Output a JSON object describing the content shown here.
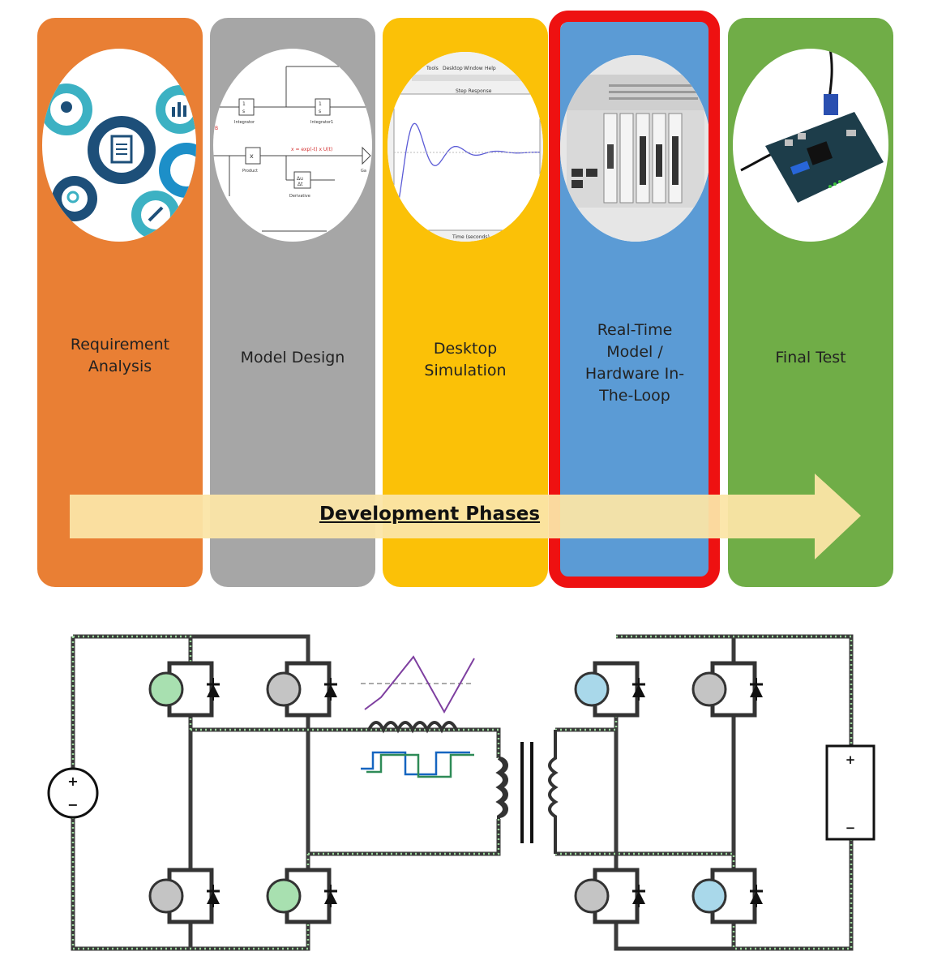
{
  "phases": [
    {
      "label": "Requirement\nAnalysis",
      "color": "#e97f34",
      "image": "gears-clipboard-illustration"
    },
    {
      "label": "Model Design",
      "color": "#a6a6a6",
      "image": "simulink-block-diagram"
    },
    {
      "label": "Desktop\nSimulation",
      "color": "#fbc107",
      "image": "step-response-plot"
    },
    {
      "label": "Real-Time\nModel /\nHardware In-\nThe-Loop",
      "color": "#5b9bd5",
      "image": "industrial-pc-chassis"
    },
    {
      "label": "Final Test",
      "color": "#70ad47",
      "image": "fpga-dev-board"
    }
  ],
  "highlight": {
    "phase_index": 3,
    "color": "#ee1111"
  },
  "arrow": {
    "label": "Development Phases",
    "color": "#fbe5a6"
  },
  "screenshot_text": {
    "block_diagram": [
      "Integrator",
      "Integrator1",
      "Product",
      "Derivative",
      "Ga",
      "x = exp(-t) x U(t)",
      "1/s",
      "1/s",
      "x",
      "Δu/Δt",
      "B"
    ],
    "plot_title": "Step Response",
    "plot_menu": [
      "Tools",
      "Desktop",
      "Window",
      "Help"
    ],
    "plot_xlabel": "Time (seconds)"
  },
  "circuit": {
    "source_symbols": {
      "plus": "+",
      "minus": "−"
    },
    "battery_symbols": {
      "plus": "+",
      "minus": "−"
    },
    "switch_colors": {
      "green": "#a8e0b0",
      "blue": "#a9d8ea",
      "gray": "#c4c4c4"
    },
    "waveform_colors": {
      "current": "#7e3fa0",
      "voltage_a": "#1565c0",
      "voltage_b": "#2e8b57"
    }
  }
}
